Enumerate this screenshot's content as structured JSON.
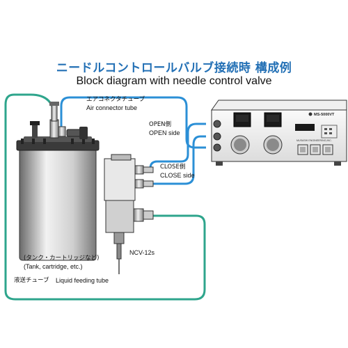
{
  "title": {
    "japanese": "ニードルコントロールバルブ接続時 構成例",
    "english": "Block diagram with needle control valve"
  },
  "labels": {
    "air_tube_jp": "エアコネクタチューブ",
    "air_tube_en": "Air connector tube",
    "open_jp": "OPEN側",
    "open_en": "OPEN side",
    "close_jp": "CLOSE側",
    "close_en": "CLOSE side",
    "valve_model": "NCV-12s",
    "tank_jp": "(タンク・カートリッジなど)",
    "tank_en": "(Tank, cartridge, etc.)",
    "liquid_tube_jp": "液送チューブ",
    "liquid_tube_en": "Liquid feeding tube"
  },
  "controller": {
    "model": "MS-5000VT",
    "brand": "MUSASHI ENGINEERING,INC."
  },
  "colors": {
    "title": "#2370b5",
    "air_tube": "#2b8fd6",
    "liquid_tube": "#2ea58c",
    "metal_dark": "#4a4a4a",
    "metal_light": "#d9d9d9"
  }
}
